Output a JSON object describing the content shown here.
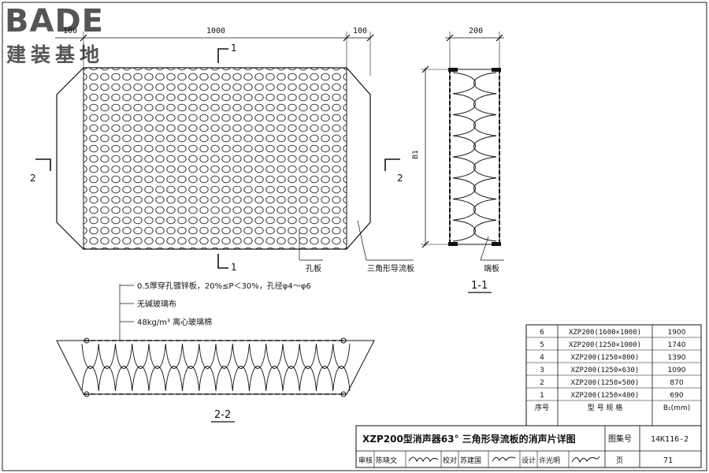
{
  "logo": {
    "brand": "BADE",
    "subtitle": "建装基地"
  },
  "plan_view": {
    "dim_partial": "100",
    "dim_main": "1000",
    "dim_end": "100",
    "section_1_label": "1",
    "section_2_label": "2",
    "callout_perforated_plate": "孔板",
    "callout_guide_plate": "三角形导流板"
  },
  "section_1_1": {
    "dim_width": "200",
    "dim_height": "B1",
    "callout_end_plate": "端板",
    "title": "1-1"
  },
  "section_2_2": {
    "note_1": "0.5厚穿孔镀锌板，20%≤P＜30%，孔径φ4～φ6",
    "note_2": "无碱玻璃布",
    "note_3": "48kg/m³ 离心玻璃棉",
    "title": "2-2"
  },
  "spec_table": {
    "headers": [
      "序号",
      "型 号 规 格",
      "B₁(mm)"
    ],
    "rows": [
      {
        "no": "6",
        "model": "XZP200(1600×1000)",
        "b1": "1900"
      },
      {
        "no": "5",
        "model": "XZP200(1250×1000)",
        "b1": "1740"
      },
      {
        "no": "4",
        "model": "XZP200(1250×800)",
        "b1": "1390"
      },
      {
        "no": "3",
        "model": "XZP200(1250×630)",
        "b1": "1090"
      },
      {
        "no": "2",
        "model": "XZP200(1250×500)",
        "b1": "870"
      },
      {
        "no": "1",
        "model": "XZP200(1250×400)",
        "b1": "690"
      }
    ]
  },
  "title_block": {
    "drawing_title": "XZP200型消声器63° 三角形导流板的消声片详图",
    "atlas_label": "图集号",
    "atlas_number": "14K116-2",
    "review_label": "审核",
    "reviewer": "陈晓文",
    "check_label": "校对",
    "checker": "苏建国",
    "design_label": "设计",
    "designer": "许光明",
    "page_label": "页",
    "page_number": "71"
  }
}
